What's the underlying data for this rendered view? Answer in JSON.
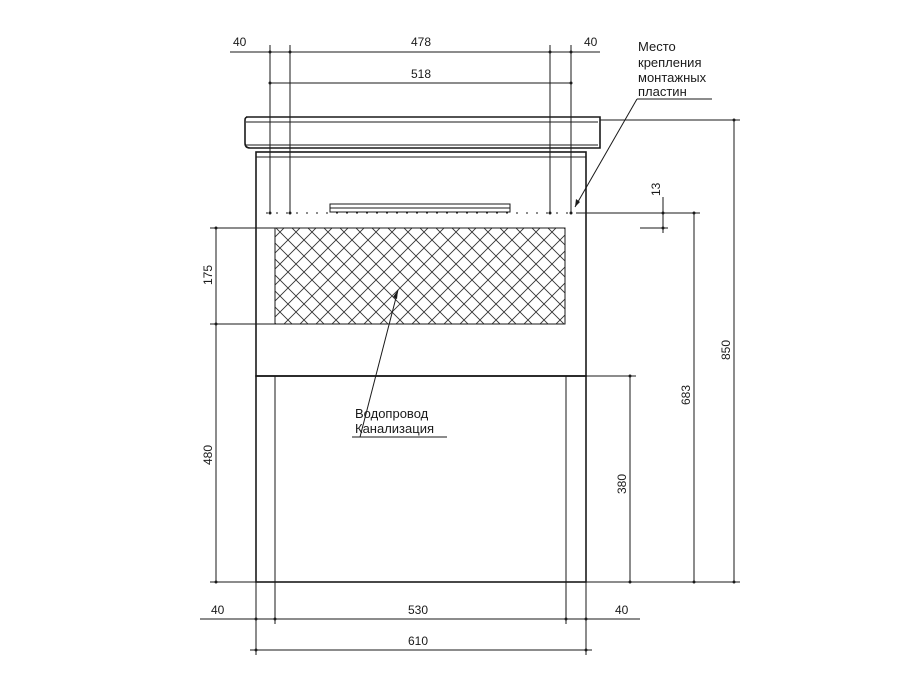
{
  "drawing": {
    "dimensions": {
      "top_left_offset": "40",
      "top_span": "478",
      "top_right_offset": "40",
      "top_inner": "518",
      "side_13": "13",
      "left_175": "175",
      "left_480": "480",
      "right_380": "380",
      "right_683": "683",
      "right_850": "850",
      "bottom_left_offset": "40",
      "bottom_inner": "530",
      "bottom_right_offset": "40",
      "bottom_total": "610"
    },
    "notes": {
      "mount_line1": "Место",
      "mount_line2": "крепления",
      "mount_line3": "монтажных",
      "mount_line4": "пластин",
      "pipe_line1": "Водопровод",
      "pipe_line2": "Канализация"
    }
  }
}
